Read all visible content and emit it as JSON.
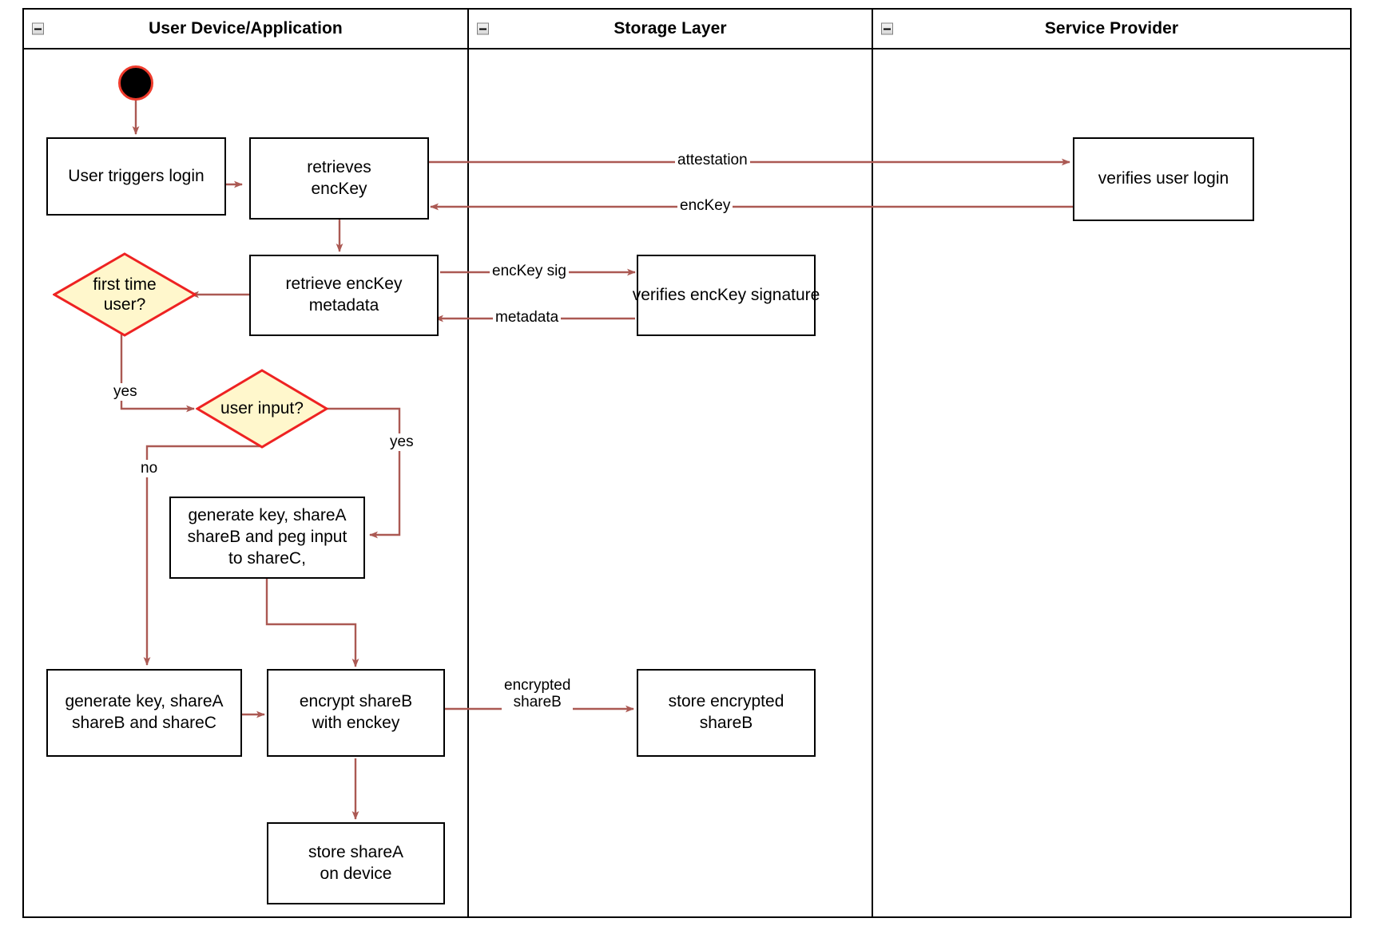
{
  "diagram": {
    "type": "uml-activity-swimlane",
    "colors": {
      "edge": "#ab5953",
      "decision_fill": "#fff7cc",
      "decision_stroke": "#ee2222",
      "node_stroke": "#000000",
      "start_fill": "#000000",
      "start_stroke": "#ef3b2c"
    }
  },
  "lanes": [
    {
      "id": "user-device",
      "title": "User Device/Application",
      "collapse_icon": "collapse-minus-icon"
    },
    {
      "id": "storage-layer",
      "title": "Storage Layer",
      "collapse_icon": "collapse-minus-icon"
    },
    {
      "id": "service-provider",
      "title": "Service Provider",
      "collapse_icon": "collapse-minus-icon"
    }
  ],
  "nodes": [
    {
      "id": "start",
      "kind": "initial-node",
      "label": ""
    },
    {
      "id": "user-triggers-login",
      "kind": "action",
      "label": "User triggers login"
    },
    {
      "id": "retrieves-enckey",
      "kind": "action",
      "label": "retrieves\nencKey"
    },
    {
      "id": "verifies-user-login",
      "kind": "action",
      "label": "verifies user login"
    },
    {
      "id": "retrieve-enckey-metadata",
      "kind": "action",
      "label": "retrieve encKey\nmetadata"
    },
    {
      "id": "verifies-enckey-signature",
      "kind": "action",
      "label": "verifies encKey signature"
    },
    {
      "id": "first-time-user",
      "kind": "decision",
      "label": "first time\nuser?"
    },
    {
      "id": "user-input",
      "kind": "decision",
      "label": "user input?"
    },
    {
      "id": "generate-key-peg-input",
      "kind": "action",
      "label": "generate key, shareA\nshareB and peg input\nto shareC,"
    },
    {
      "id": "generate-key-shares",
      "kind": "action",
      "label": "generate key, shareA\nshareB and shareC"
    },
    {
      "id": "encrypt-shareb",
      "kind": "action",
      "label": "encrypt shareB\nwith enckey"
    },
    {
      "id": "store-encrypted-shareb",
      "kind": "action",
      "label": "store encrypted\nshareB"
    },
    {
      "id": "store-sharea-on-device",
      "kind": "action",
      "label": "store shareA\non device"
    }
  ],
  "edge_labels": {
    "attestation": "attestation",
    "enckey": "encKey",
    "enckey_sig": "encKey sig",
    "metadata": "metadata",
    "yes_first_time": "yes",
    "yes_user_input": "yes",
    "no_user_input": "no",
    "encrypted_shareb": "encrypted\nshareB"
  },
  "node_text": {
    "user_triggers_login": "User triggers login",
    "retrieves_enckey_l1": "retrieves",
    "retrieves_enckey_l2": "encKey",
    "verifies_user_login": "verifies user login",
    "retrieve_metadata_l1": "retrieve encKey",
    "retrieve_metadata_l2": "metadata",
    "verifies_enckey_signature": "verifies encKey signature",
    "first_time_user_l1": "first time",
    "first_time_user_l2": "user?",
    "user_input": "user input?",
    "gen_peg_l1": "generate key, shareA",
    "gen_peg_l2": "shareB and peg input",
    "gen_peg_l3": "to shareC,",
    "gen_shares_l1": "generate key, shareA",
    "gen_shares_l2": "shareB and shareC",
    "encrypt_l1": "encrypt shareB",
    "encrypt_l2": "with enckey",
    "store_enc_l1": "store encrypted",
    "store_enc_l2": "shareB",
    "store_sharea_l1": "store shareA",
    "store_sharea_l2": "on device",
    "encrypted_shareb_l1": "encrypted",
    "encrypted_shareb_l2": "shareB"
  }
}
